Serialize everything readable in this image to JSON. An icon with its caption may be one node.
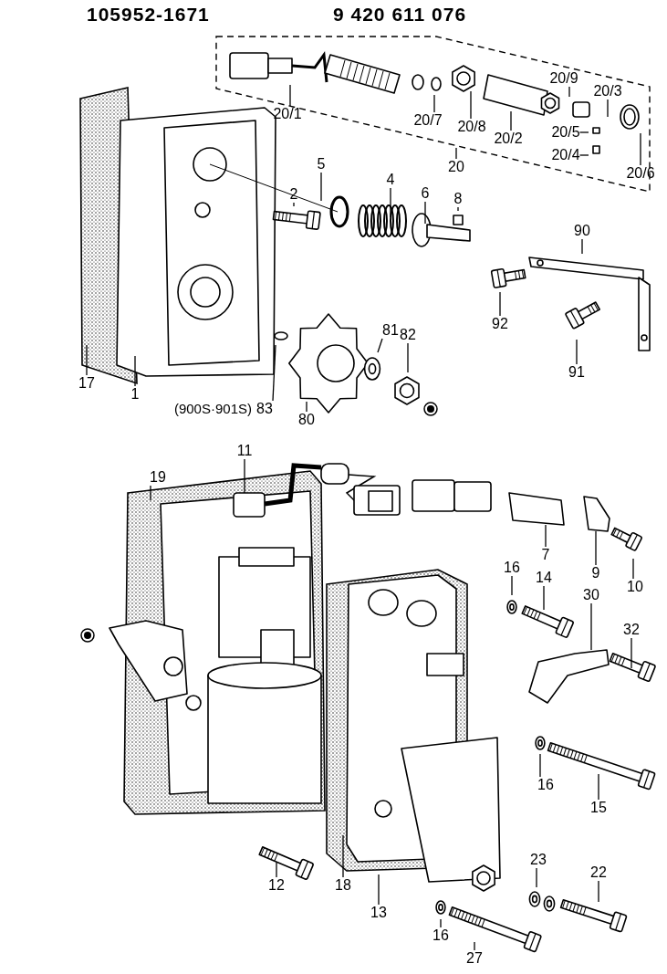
{
  "diagram": {
    "title": "105952-1671",
    "nodes": [
      {
        "text": [
          "20/9"
        ]
      },
      {
        "text": [
          "20/3"
        ]
      },
      {
        "text": [
          "20/1"
        ]
      },
      {
        "text": [
          "20/7"
        ]
      },
      {
        "text": [
          "20/8"
        ]
      },
      {
        "text": [
          "20/2"
        ]
      },
      {
        "text": [
          "20/5"
        ]
      },
      {
        "text": [
          "20/4"
        ]
      },
      {
        "text": [
          "20/6"
        ]
      },
      {
        "text": [
          "20"
        ]
      },
      {
        "text": [
          "5"
        ]
      },
      {
        "text": [
          "4"
        ]
      },
      {
        "text": [
          "2"
        ]
      },
      {
        "text": [
          "6"
        ]
      },
      {
        "text": [
          "8"
        ]
      },
      {
        "text": [
          "90"
        ]
      },
      {
        "text": [
          "92"
        ]
      },
      {
        "text": [
          "91"
        ]
      },
      {
        "text": [
          "81"
        ]
      },
      {
        "text": [
          "82"
        ]
      },
      {
        "text": [
          "1"
        ]
      },
      {
        "text": [
          "17"
        ]
      },
      {
        "text": [
          "83"
        ],
        "beside": [
          "(900S·901S)"
        ]
      },
      {
        "text": [
          "80"
        ]
      },
      {
        "text": [
          "11"
        ]
      },
      {
        "text": [
          "19"
        ]
      },
      {
        "text": [
          "7"
        ]
      },
      {
        "text": [
          "9"
        ]
      },
      {
        "text": [
          "10"
        ]
      },
      {
        "text": [
          "16"
        ]
      },
      {
        "text": [
          "14"
        ]
      },
      {
        "text": [
          "30"
        ]
      },
      {
        "text": [
          "32"
        ]
      },
      {
        "text": [
          "16"
        ]
      },
      {
        "text": [
          "15"
        ]
      },
      {
        "text": [
          "23"
        ]
      },
      {
        "text": [
          "22"
        ]
      },
      {
        "text": [
          "12"
        ]
      },
      {
        "text": [
          "18"
        ]
      },
      {
        "text": [
          "13"
        ]
      },
      {
        "text": [
          "16"
        ]
      },
      {
        "text": [
          "27"
        ]
      }
    ],
    "edges": [
      {
        "from": 0,
        "to": null,
        "arrow": "none"
      },
      {
        "from": 1,
        "to": null,
        "arrow": "none"
      },
      {
        "from": 2,
        "to": null,
        "arrow": "none"
      },
      {
        "from": 3,
        "to": null,
        "arrow": "none"
      },
      {
        "from": 4,
        "to": null,
        "arrow": "none"
      },
      {
        "from": 5,
        "to": null,
        "arrow": "none"
      },
      {
        "from": 6,
        "to": null,
        "arrow": "none"
      },
      {
        "from": 7,
        "to": null,
        "arrow": "none"
      },
      {
        "from": 8,
        "to": null,
        "arrow": "none"
      },
      {
        "from": 9,
        "to": null,
        "arrow": "none"
      },
      {
        "from": 10,
        "to": null,
        "arrow": "none"
      },
      {
        "from": 11,
        "to": null,
        "arrow": "none"
      },
      {
        "from": 12,
        "to": null,
        "arrow": "none"
      },
      {
        "from": 13,
        "to": null,
        "arrow": "none"
      },
      {
        "from": 14,
        "to": null,
        "arrow": "none"
      },
      {
        "from": 15,
        "to": null,
        "arrow": "none"
      },
      {
        "from": 16,
        "to": null,
        "arrow": "none"
      },
      {
        "from": 17,
        "to": null,
        "arrow": "none"
      },
      {
        "from": 18,
        "to": null,
        "arrow": "none"
      },
      {
        "from": 19,
        "to": null,
        "arrow": "none"
      },
      {
        "from": 20,
        "to": null,
        "arrow": "none"
      },
      {
        "from": 21,
        "to": null,
        "arrow": "none"
      },
      {
        "from": 22,
        "to": null,
        "arrow": "none"
      },
      {
        "from": 23,
        "to": null,
        "arrow": "none"
      },
      {
        "from": 24,
        "to": null,
        "arrow": "none"
      },
      {
        "from": 25,
        "to": null,
        "arrow": "none"
      },
      {
        "from": 26,
        "to": null,
        "arrow": "none"
      },
      {
        "from": 27,
        "to": null,
        "arrow": "none"
      },
      {
        "from": 28,
        "to": null,
        "arrow": "none"
      },
      {
        "from": 29,
        "to": null,
        "arrow": "none"
      },
      {
        "from": 30,
        "to": null,
        "arrow": "none"
      },
      {
        "from": 31,
        "to": null,
        "arrow": "none"
      },
      {
        "from": 32,
        "to": null,
        "arrow": "none"
      },
      {
        "from": 33,
        "to": null,
        "arrow": "none"
      },
      {
        "from": 34,
        "to": null,
        "arrow": "none"
      },
      {
        "from": 35,
        "to": null,
        "arrow": "none"
      },
      {
        "from": 36,
        "to": null,
        "arrow": "none"
      },
      {
        "from": 37,
        "to": null,
        "arrow": "none"
      },
      {
        "from": 38,
        "to": null,
        "arrow": "none"
      },
      {
        "from": 39,
        "to": null,
        "arrow": "none"
      },
      {
        "from": 40,
        "to": null,
        "arrow": "none"
      },
      {
        "from": 41,
        "to": null,
        "arrow": "none"
      }
    ],
    "labels": [
      "9 420 611 076"
    ]
  }
}
